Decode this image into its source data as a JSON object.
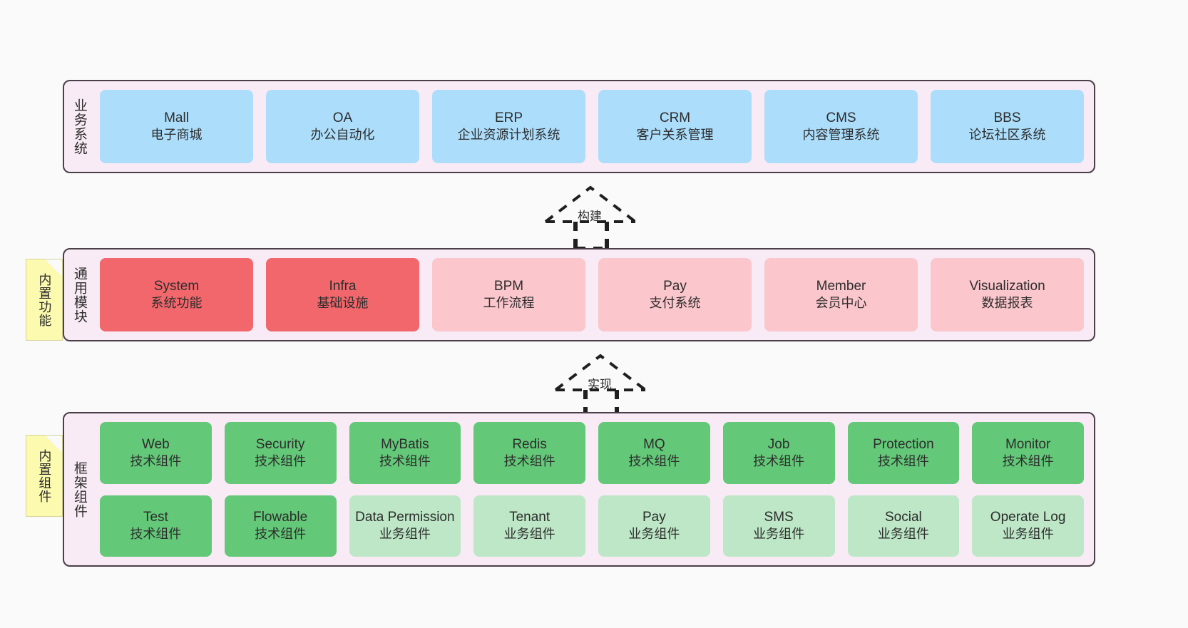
{
  "diagram": {
    "background": "#fafafa",
    "panel_fill": "#f8ebf5",
    "panel_border": "#4a3f47",
    "note_fill": "#FCFAAE"
  },
  "layers": [
    {
      "id": "business-systems",
      "title": "业务系统",
      "rows": [
        {
          "nodes": [
            {
              "title": "Mall",
              "sub": "电子商城",
              "fill": "#ACDEFC"
            },
            {
              "title": "OA",
              "sub": "办公自动化",
              "fill": "#ACDEFC"
            },
            {
              "title": "ERP",
              "sub": "企业资源计划系统",
              "fill": "#ACDEFC"
            },
            {
              "title": "CRM",
              "sub": "客户关系管理",
              "fill": "#ACDEFC"
            },
            {
              "title": "CMS",
              "sub": "内容管理系统",
              "fill": "#ACDEFC"
            },
            {
              "title": "BBS",
              "sub": "论坛社区系统",
              "fill": "#ACDEFC"
            }
          ]
        }
      ]
    },
    {
      "id": "common-modules",
      "title": "通用模块",
      "note": "内置功能",
      "rows": [
        {
          "nodes": [
            {
              "title": "System",
              "sub": "系统功能",
              "fill": "#F2676C"
            },
            {
              "title": "Infra",
              "sub": "基础设施",
              "fill": "#F2676C"
            },
            {
              "title": "BPM",
              "sub": "工作流程",
              "fill": "#FBC6CC"
            },
            {
              "title": "Pay",
              "sub": "支付系统",
              "fill": "#FBC6CC"
            },
            {
              "title": "Member",
              "sub": "会员中心",
              "fill": "#FBC6CC"
            },
            {
              "title": "Visualization",
              "sub": "数据报表",
              "fill": "#FBC6CC"
            }
          ]
        }
      ]
    },
    {
      "id": "framework-components",
      "title": "框架组件",
      "note": "内置组件",
      "rows": [
        {
          "nodes": [
            {
              "title": "Web",
              "sub": "技术组件",
              "fill": "#63C878"
            },
            {
              "title": "Security",
              "sub": "技术组件",
              "fill": "#63C878"
            },
            {
              "title": "MyBatis",
              "sub": "技术组件",
              "fill": "#63C878"
            },
            {
              "title": "Redis",
              "sub": "技术组件",
              "fill": "#63C878"
            },
            {
              "title": "MQ",
              "sub": "技术组件",
              "fill": "#63C878"
            },
            {
              "title": "Job",
              "sub": "技术组件",
              "fill": "#63C878"
            },
            {
              "title": "Protection",
              "sub": "技术组件",
              "fill": "#63C878"
            },
            {
              "title": "Monitor",
              "sub": "技术组件",
              "fill": "#63C878"
            }
          ]
        },
        {
          "nodes": [
            {
              "title": "Test",
              "sub": "技术组件",
              "fill": "#63C878"
            },
            {
              "title": "Flowable",
              "sub": "技术组件",
              "fill": "#63C878"
            },
            {
              "title": "Data Permission",
              "sub": "业务组件",
              "fill": "#BDE7C6"
            },
            {
              "title": "Tenant",
              "sub": "业务组件",
              "fill": "#BDE7C6"
            },
            {
              "title": "Pay",
              "sub": "业务组件",
              "fill": "#BDE7C6"
            },
            {
              "title": "SMS",
              "sub": "业务组件",
              "fill": "#BDE7C6"
            },
            {
              "title": "Social",
              "sub": "业务组件",
              "fill": "#BDE7C6"
            },
            {
              "title": "Operate Log",
              "sub": "业务组件",
              "fill": "#BDE7C6"
            }
          ]
        }
      ]
    }
  ],
  "connectors": [
    {
      "id": "build",
      "label": "构建"
    },
    {
      "id": "implement",
      "label": "实现"
    }
  ]
}
